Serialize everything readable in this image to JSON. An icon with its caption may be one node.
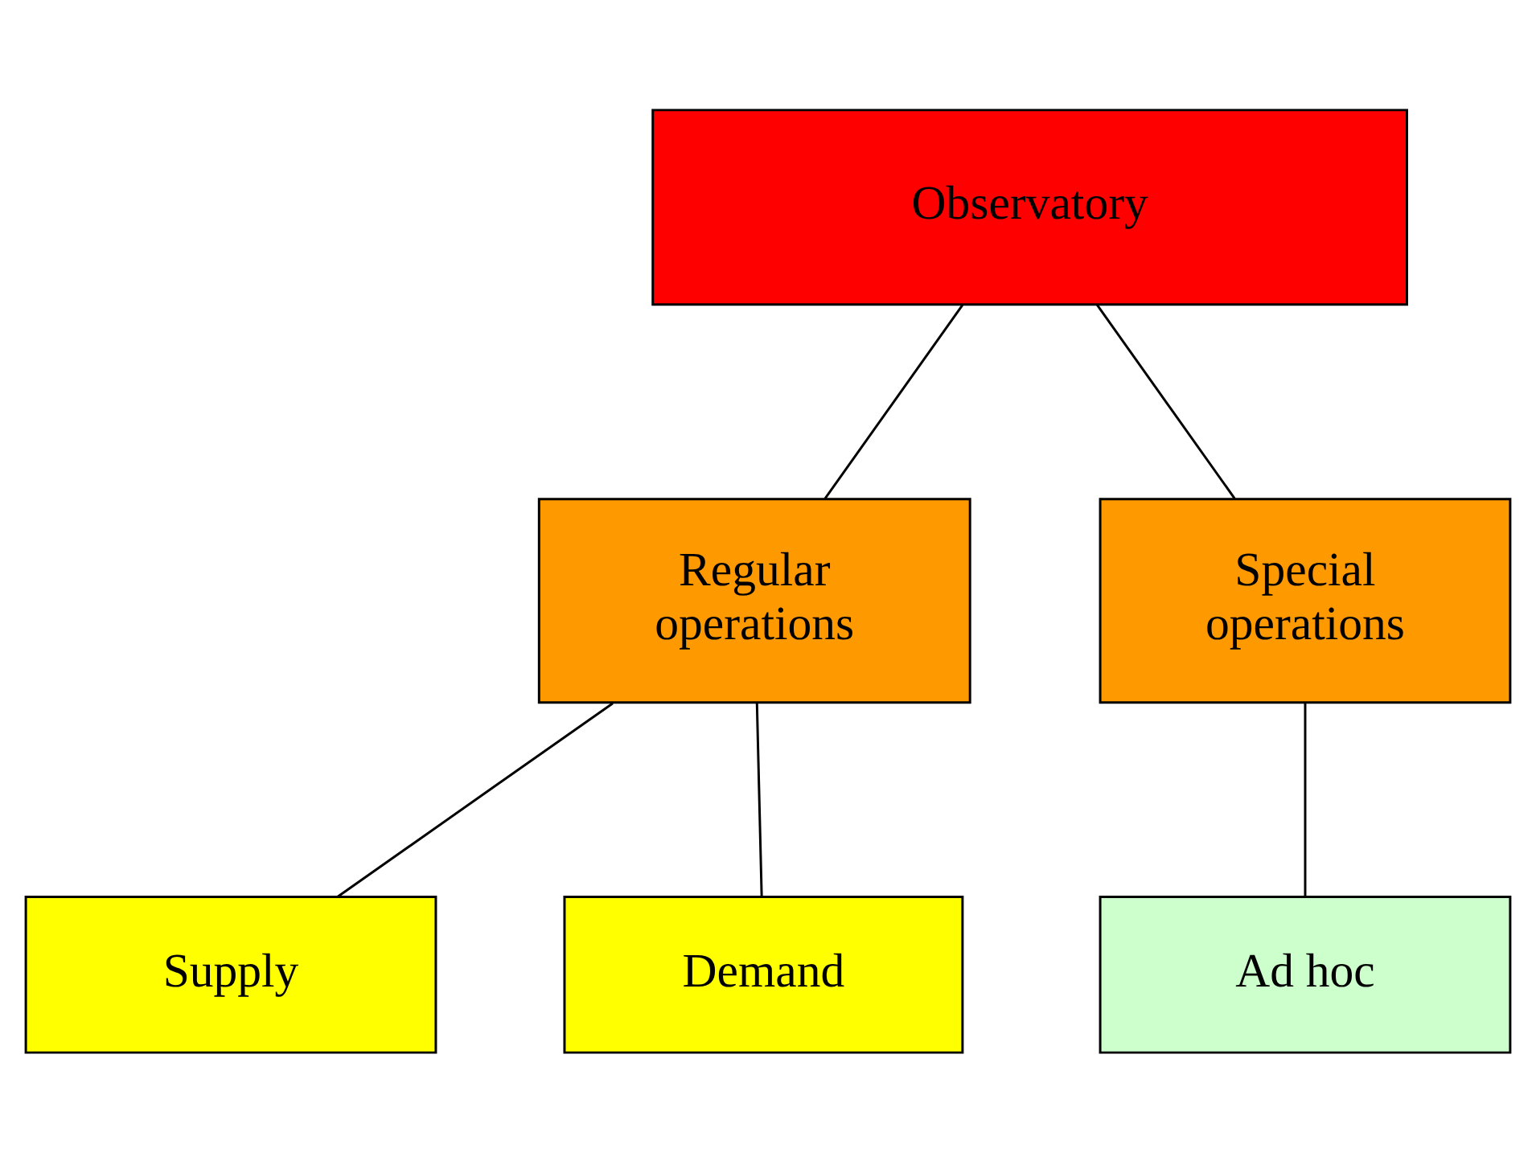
{
  "diagram": {
    "nodes": [
      {
        "text": [
          "Observatory"
        ]
      },
      {
        "text": [
          "Regular operations"
        ]
      },
      {
        "text": [
          "Special operations"
        ]
      },
      {
        "text": [
          "Supply"
        ]
      },
      {
        "text": [
          "Demand"
        ]
      },
      {
        "text": [
          "Ad hoc"
        ]
      }
    ],
    "edges": [
      {
        "from": 0,
        "to": 1,
        "arrow": "none"
      },
      {
        "from": 0,
        "to": 2,
        "arrow": "none"
      },
      {
        "from": 1,
        "to": 3,
        "arrow": "none"
      },
      {
        "from": 1,
        "to": 4,
        "arrow": "none"
      },
      {
        "from": 2,
        "to": 5,
        "arrow": "none"
      }
    ]
  }
}
